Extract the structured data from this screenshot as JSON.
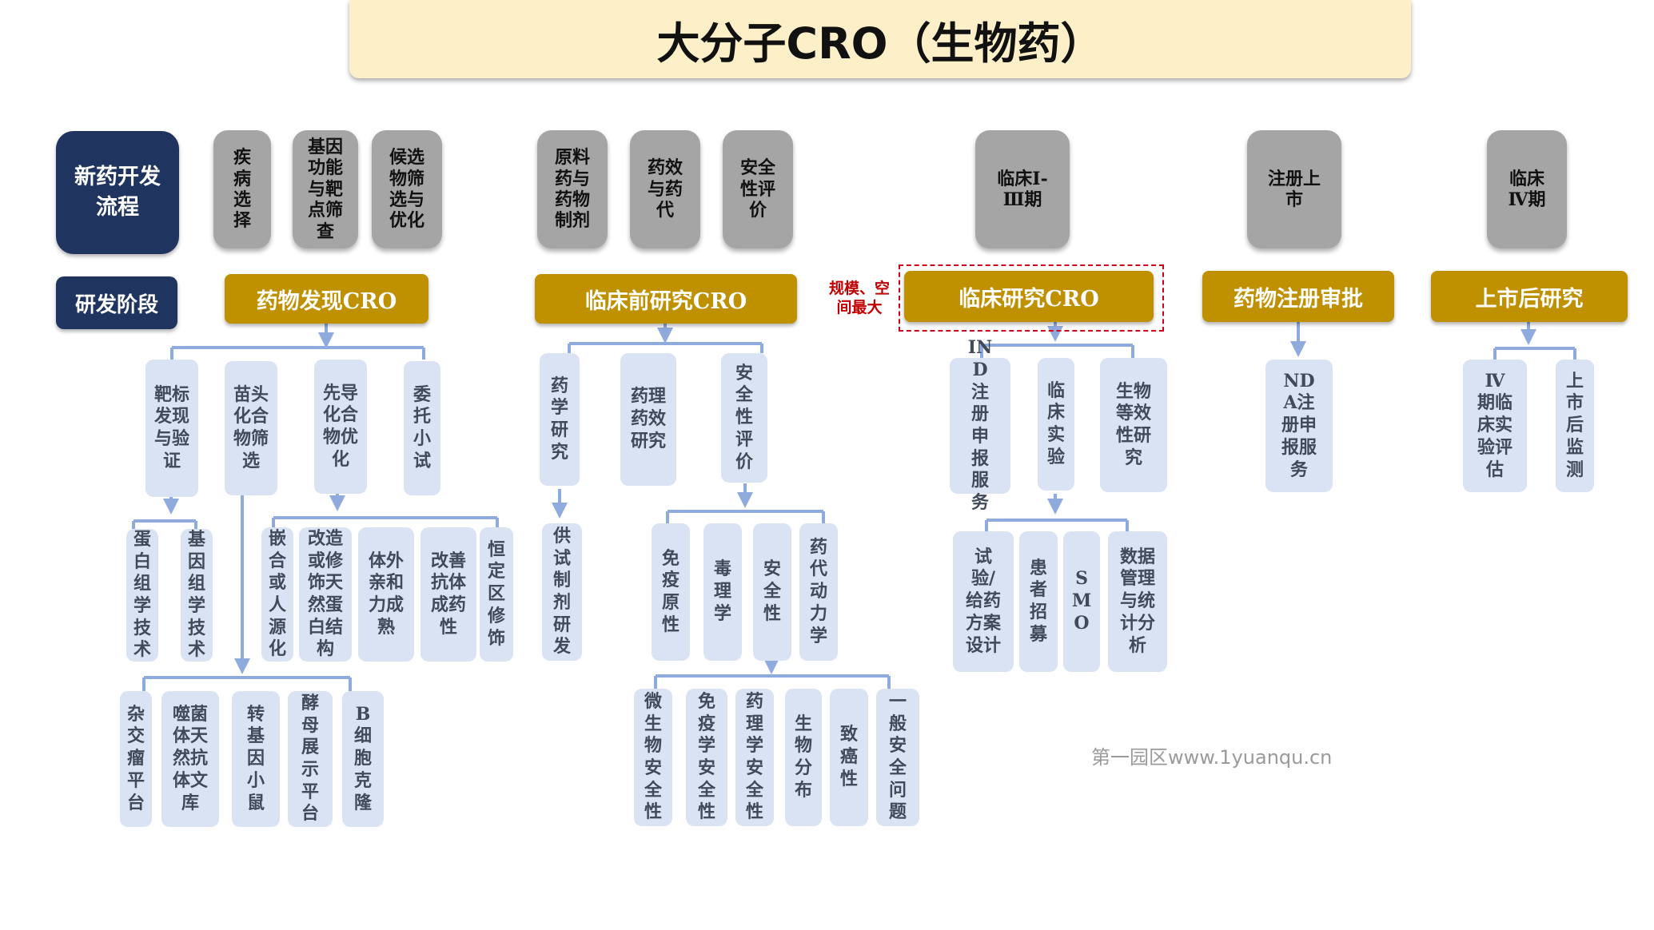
{
  "title": "大分子CRO（生物药）",
  "labels": {
    "process": "新药开发流程",
    "stage": "研发阶段"
  },
  "steps": [
    "疾病选择",
    "基因功能与靶点筛查",
    "候选物筛选与优化",
    "原料药与药物制剂",
    "药效与药代",
    "安全性评价",
    "临床Ⅰ-Ⅲ期",
    "注册上市",
    "临床Ⅳ期"
  ],
  "stages": [
    "药物发现CRO",
    "临床前研究CRO",
    "临床研究CRO",
    "药物注册审批",
    "上市后研究"
  ],
  "note": "规模、空间最大",
  "discovery": {
    "children": [
      "靶标发现与验证",
      "苗头化合物筛选",
      "先导化合物优化",
      "委托小试"
    ],
    "target_sub": [
      "蛋白组学技术",
      "基因组学技术"
    ],
    "lead_sub": [
      "嵌合或人源化",
      "改造或修饰天然蛋白结构",
      "体外亲和力成熟",
      "改善抗体成药性",
      "恒定区修饰"
    ],
    "hit_sub": [
      "杂交瘤平台",
      "噬菌体天然抗体文库",
      "转基因小鼠",
      "酵母展示平台",
      "B细胞克隆"
    ]
  },
  "preclinical": {
    "children": [
      "药学研究",
      "药理药效研究",
      "安全性评价"
    ],
    "pharm_sub": [
      "供试制剂研发"
    ],
    "safety_sub": [
      "免疫原性",
      "毒理学",
      "安全性",
      "药代动力学"
    ],
    "safety_sub2": [
      "微生物安全性",
      "免疫学安全性",
      "药理学安全性",
      "生物分布",
      "致癌性",
      "一般安全问题"
    ]
  },
  "clinical": {
    "children": [
      "IND注册申报服务",
      "临床实验",
      "生物等效性研究"
    ],
    "trial_sub": [
      "试验/给药方案设计",
      "患者招募",
      "SMO",
      "数据管理与统计分析"
    ]
  },
  "registration": {
    "children": [
      "NDA注册申报服务"
    ]
  },
  "postmarket": {
    "children": [
      "Ⅳ期临床实验评估",
      "上市后监测"
    ]
  },
  "watermark": "第一园区www.1yuanqu.cn",
  "colors": {
    "banner": "#fdf0c8",
    "navy": "#1f3560",
    "gray": "#a5a5a5",
    "gold": "#bf9000",
    "light": "#dae3f3",
    "connector": "#8faadc",
    "note": "#c00000"
  }
}
